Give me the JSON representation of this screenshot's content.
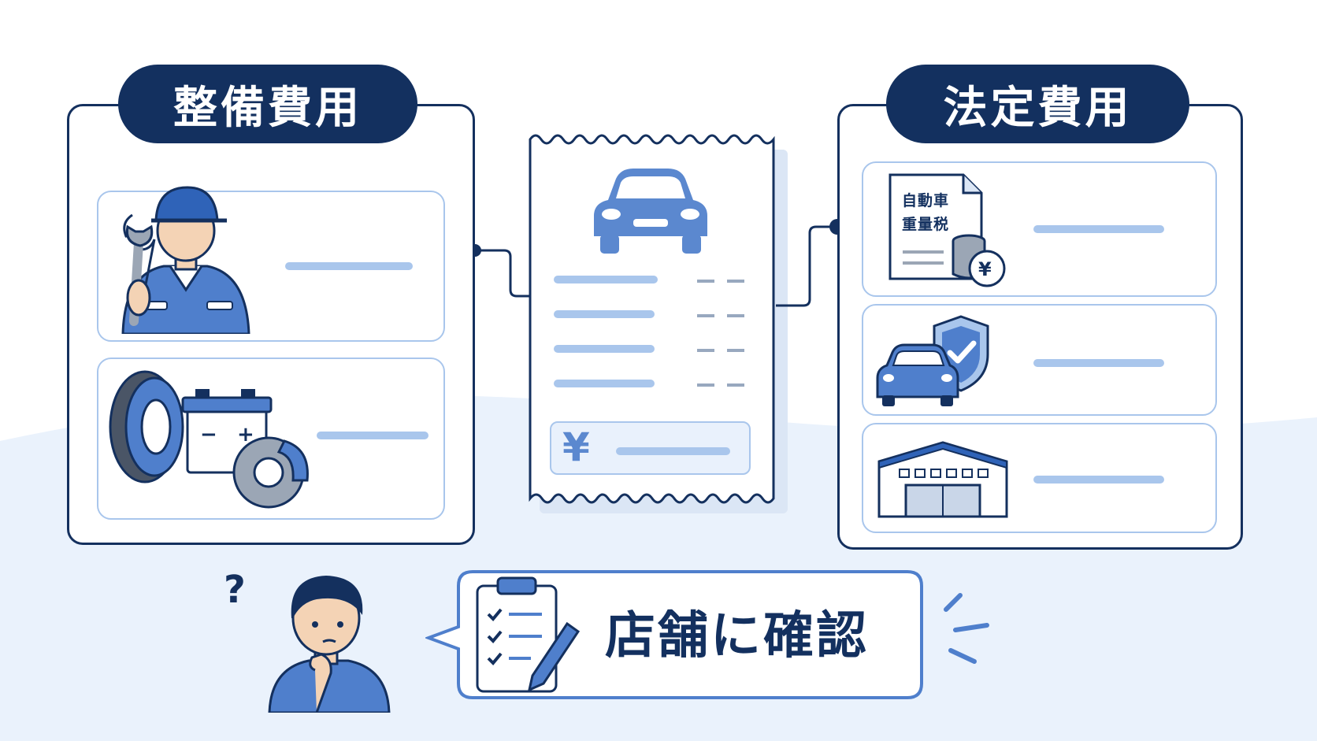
{
  "maintenance": {
    "title": "整備費用",
    "items": [
      {
        "icon": "mechanic-icon"
      },
      {
        "icon": "car-parts-icon"
      }
    ]
  },
  "legal": {
    "title": "法定費用",
    "items": [
      {
        "icon": "tax-document-icon",
        "label": "自動車\n重量税"
      },
      {
        "icon": "insured-car-icon"
      },
      {
        "icon": "garage-icon"
      }
    ]
  },
  "receipt": {
    "icon": "car-icon",
    "total_symbol": "¥"
  },
  "speech": {
    "text": "店舗に確認"
  },
  "colors": {
    "navy": "#13305f",
    "blue": "#4f7fcc",
    "light_blue": "#a9c6ec",
    "bg": "#eaf2fc"
  }
}
